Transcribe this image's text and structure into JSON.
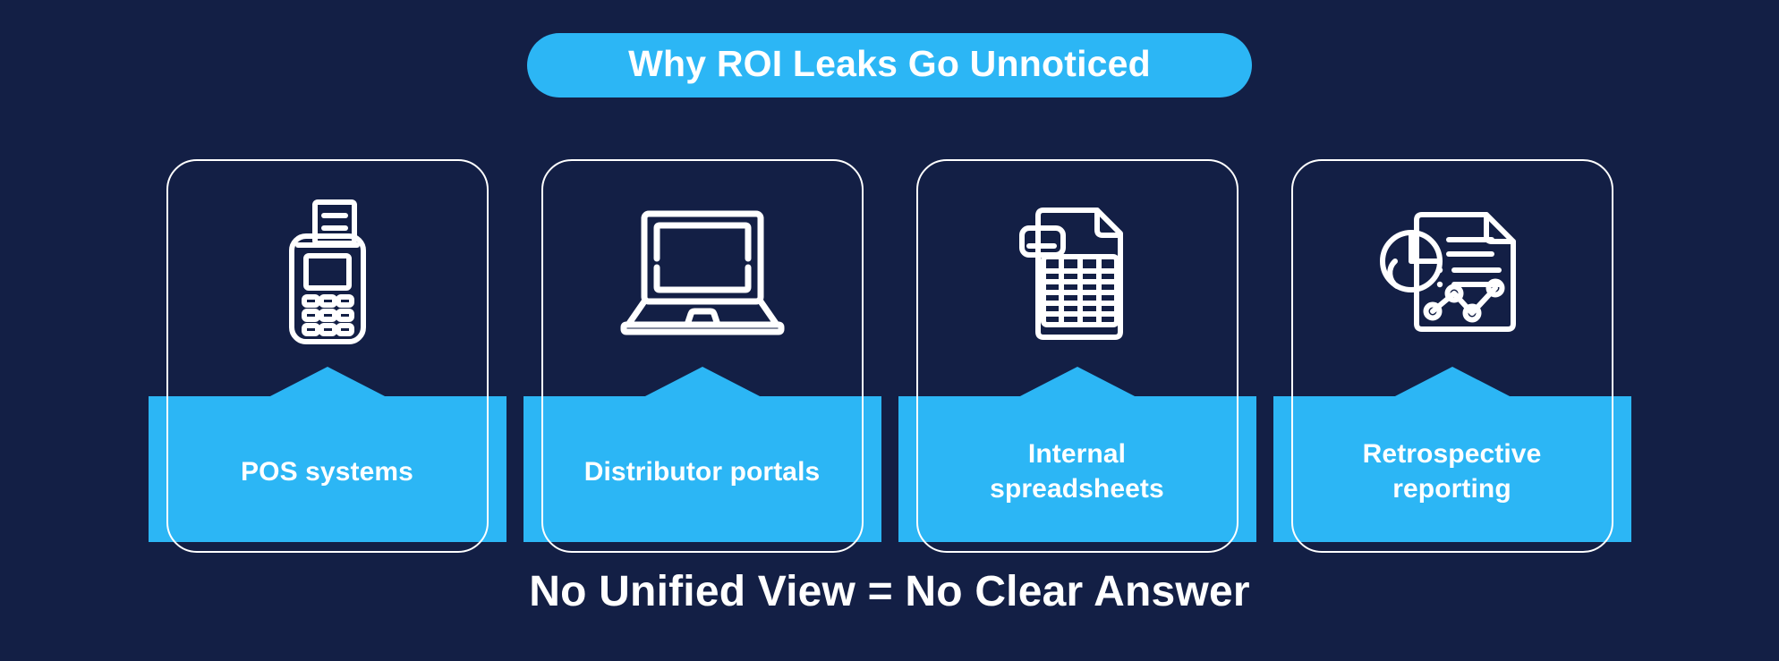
{
  "header": {
    "title": "Why ROI Leaks Go Unnoticed"
  },
  "colors": {
    "background": "#131f45",
    "accent_blue": "#2cb6f5",
    "text_white": "#ffffff",
    "card_border": "#ffffff"
  },
  "cards": [
    {
      "label": "POS systems",
      "icon": "pos-terminal-icon"
    },
    {
      "label": "Distributor portals",
      "icon": "laptop-icon"
    },
    {
      "label": "Internal spreadsheets",
      "icon": "spreadsheet-document-icon"
    },
    {
      "label": "Retrospective reporting",
      "icon": "report-analytics-icon"
    }
  ],
  "footer": {
    "text": "No Unified View = No Clear Answer"
  }
}
